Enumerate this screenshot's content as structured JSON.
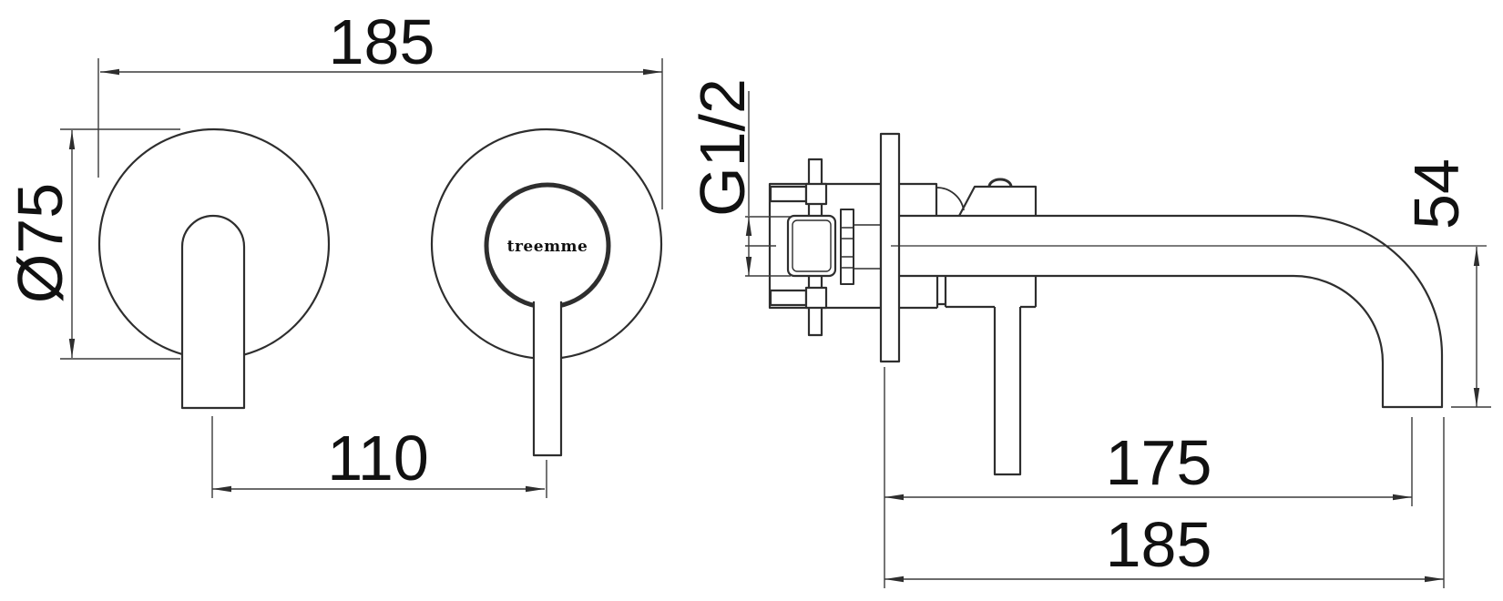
{
  "drawing": {
    "brand_logo": "treemme",
    "colors": {
      "line": "#2e2e2e",
      "thin": "#3a3a3a",
      "text": "#111111",
      "background": "#ffffff"
    },
    "front_view": {
      "dim_overall_width": "185",
      "dim_plate_diameter": "Ø75",
      "dim_center_spacing": "110"
    },
    "side_view": {
      "dim_inlet_thread": "G1/2",
      "dim_spout_drop": "54",
      "dim_spout_reach_center": "175",
      "dim_spout_reach_total": "185"
    }
  }
}
